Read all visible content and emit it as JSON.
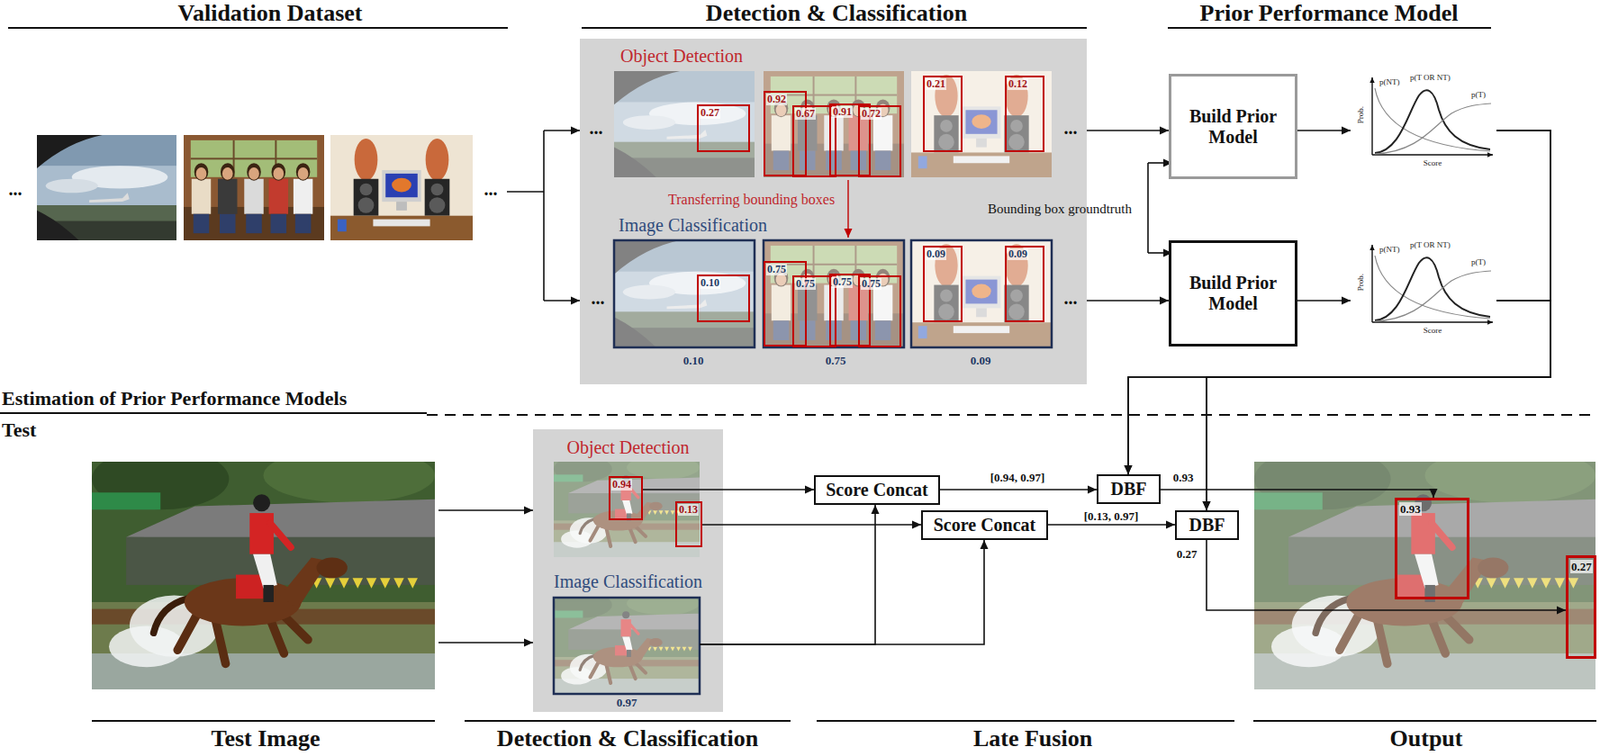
{
  "diagram": {
    "nodes": [
      {
        "text": [
          "Object Detection",
          "Image Classification"
        ]
      },
      {
        "text": [
          "Build Prior Model"
        ]
      },
      {
        "text": [
          "p(NT)",
          "p(T OR NT)",
          "p(T)",
          "Prob.",
          "Score"
        ]
      },
      {
        "text": [
          "Build Prior Model"
        ]
      },
      {
        "text": [
          "p(NT)",
          "p(T OR NT)",
          "p(T)",
          "Prob.",
          "Score"
        ]
      },
      {
        "text": [
          "Object Detection",
          "Image Classification"
        ]
      },
      {
        "text": [
          "0.94"
        ],
        "in": 5
      },
      {
        "text": [
          "0.13"
        ],
        "in": 5
      },
      {
        "text": [
          "0.97"
        ],
        "in": 5
      },
      {
        "text": [
          "Score Concat"
        ]
      },
      {
        "text": [
          "Score Concat"
        ]
      },
      {
        "text": [
          "DBF"
        ]
      },
      {
        "text": [
          "DBF"
        ]
      },
      {
        "text": [
          "0.93"
        ]
      },
      {
        "text": [
          "0.27"
        ]
      }
    ],
    "edges": [
      {
        "from": 0,
        "to": 1,
        "arrow": "to"
      },
      {
        "from": 0,
        "to": 3,
        "arrow": "to"
      },
      {
        "from": 1,
        "to": 2,
        "arrow": "to"
      },
      {
        "from": 3,
        "to": 4,
        "arrow": "to"
      },
      {
        "from": 2,
        "to": 11,
        "arrow": "to"
      },
      {
        "from": 2,
        "to": 12,
        "arrow": "to"
      },
      {
        "from": 4,
        "to": 11,
        "arrow": "to"
      },
      {
        "from": 4,
        "to": 12,
        "arrow": "to"
      },
      {
        "from": 6,
        "to": 9,
        "arrow": "to"
      },
      {
        "from": 7,
        "to": 10,
        "arrow": "to"
      },
      {
        "from": 8,
        "to": 9,
        "arrow": "to"
      },
      {
        "from": 8,
        "to": 10,
        "arrow": "to"
      },
      {
        "from": 9,
        "to": 11,
        "label": "[0.94, 0.97]",
        "arrow": "to"
      },
      {
        "from": 10,
        "to": 12,
        "label": "[0.13, 0.97]",
        "arrow": "to"
      },
      {
        "from": 11,
        "to": 13,
        "label": "0.93",
        "arrow": "to"
      },
      {
        "from": 12,
        "to": 14,
        "label": "0.27",
        "arrow": "to"
      }
    ],
    "labels": [
      "Validation Dataset",
      "Detection & Classification",
      "Prior Performance Model",
      "...",
      "...",
      "...",
      "...",
      "...",
      "...",
      "Transferring bounding boxes",
      "0.27",
      "0.92",
      "0.67",
      "0.91",
      "0.72",
      "0.21",
      "0.12",
      "0.10",
      "0.75",
      "0.75",
      "0.75",
      "0.75",
      "0.09",
      "0.09",
      "0.10",
      "0.75",
      "0.09",
      "Bounding box groundtruth",
      "Estimation of Prior Performance Models",
      "Test",
      "Test Image",
      "Detection & Classification",
      "Late Fusion",
      "Output"
    ]
  }
}
